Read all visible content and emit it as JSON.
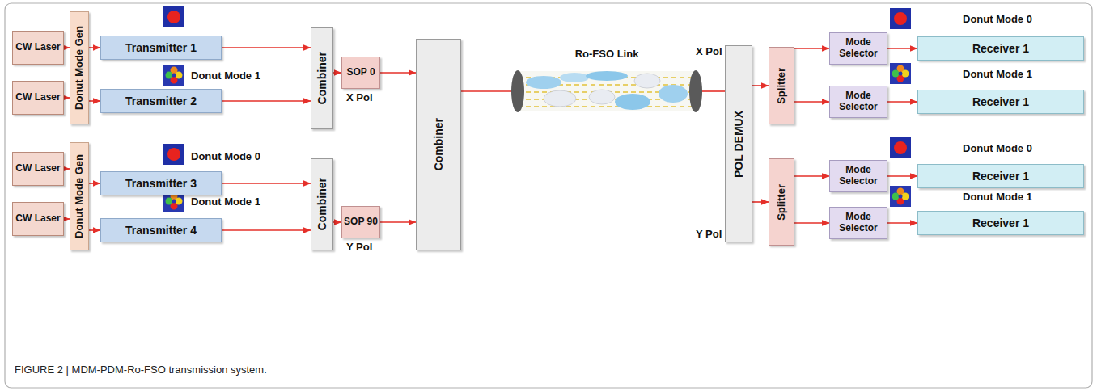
{
  "diagram": {
    "caption": "FIGURE 2 | MDM-PDM-Ro-FSO transmission system.",
    "nodes": [
      {
        "text": [
          "CW Laser"
        ]
      },
      {
        "text": [
          "CW Laser"
        ]
      },
      {
        "text": [
          "CW Laser"
        ]
      },
      {
        "text": [
          "CW Laser"
        ]
      },
      {
        "text": [
          "Donut Mode Gen"
        ]
      },
      {
        "text": [
          "Donut Mode Gen"
        ]
      },
      {
        "text": [
          "Transmitter 1"
        ]
      },
      {
        "text": [
          "Transmitter 2"
        ]
      },
      {
        "text": [
          "Transmitter 3"
        ]
      },
      {
        "text": [
          "Transmitter 4"
        ]
      },
      {
        "text": [
          "Combiner"
        ]
      },
      {
        "text": [
          "Combiner"
        ]
      },
      {
        "text": [
          "SOP 0"
        ]
      },
      {
        "text": [
          "SOP 90"
        ]
      },
      {
        "text": [
          "Combiner"
        ]
      },
      {
        "text": [
          "Ro-FSO Link"
        ]
      },
      {
        "text": [
          "POL DEMUX"
        ]
      },
      {
        "text": [
          "Splitter"
        ]
      },
      {
        "text": [
          "Splitter"
        ]
      },
      {
        "text": [
          "Mode Selector"
        ]
      },
      {
        "text": [
          "Mode Selector"
        ]
      },
      {
        "text": [
          "Mode Selector"
        ]
      },
      {
        "text": [
          "Mode Selector"
        ]
      },
      {
        "text": [
          "Receiver 1"
        ]
      },
      {
        "text": [
          "Receiver 1"
        ]
      },
      {
        "text": [
          "Receiver 1"
        ]
      },
      {
        "text": [
          "Receiver 1"
        ]
      }
    ],
    "edges": [
      {
        "from": 0,
        "to": 4,
        "arrow": "to"
      },
      {
        "from": 1,
        "to": 4,
        "arrow": "to"
      },
      {
        "from": 2,
        "to": 5,
        "arrow": "to"
      },
      {
        "from": 3,
        "to": 5,
        "arrow": "to"
      },
      {
        "from": 4,
        "to": 6,
        "arrow": "to"
      },
      {
        "from": 4,
        "to": 7,
        "arrow": "to"
      },
      {
        "from": 5,
        "to": 8,
        "arrow": "to"
      },
      {
        "from": 5,
        "to": 9,
        "arrow": "to"
      },
      {
        "from": 6,
        "to": 10,
        "arrow": "to"
      },
      {
        "from": 7,
        "to": 10,
        "arrow": "to"
      },
      {
        "from": 8,
        "to": 11,
        "arrow": "to"
      },
      {
        "from": 9,
        "to": 11,
        "arrow": "to"
      },
      {
        "from": 10,
        "to": 12,
        "arrow": "to"
      },
      {
        "from": 11,
        "to": 13,
        "arrow": "to"
      },
      {
        "from": 12,
        "to": 14,
        "arrow": "to"
      },
      {
        "from": 13,
        "to": 14,
        "arrow": "to"
      },
      {
        "from": 14,
        "to": 15,
        "arrow": "none"
      },
      {
        "from": 15,
        "to": 16,
        "arrow": "none"
      },
      {
        "from": 16,
        "to": 17,
        "arrow": "to"
      },
      {
        "from": 16,
        "to": 18,
        "arrow": "to"
      },
      {
        "from": 17,
        "to": 19,
        "arrow": "to"
      },
      {
        "from": 17,
        "to": 20,
        "arrow": "to"
      },
      {
        "from": 18,
        "to": 21,
        "arrow": "to"
      },
      {
        "from": 18,
        "to": 22,
        "arrow": "to"
      },
      {
        "from": 19,
        "to": 23,
        "arrow": "to"
      },
      {
        "from": 20,
        "to": 24,
        "arrow": "to"
      },
      {
        "from": 21,
        "to": 25,
        "arrow": "to"
      },
      {
        "from": 22,
        "to": 26,
        "arrow": "to"
      }
    ],
    "labels": [
      "Donut Mode 1",
      "X Pol",
      "Donut Mode 0",
      "Donut Mode 1",
      "Y Pol",
      "X Pol",
      "Donut Mode 0",
      "Donut Mode 1",
      "Donut Mode 0",
      "Donut Mode 1",
      "Y Pol"
    ]
  }
}
